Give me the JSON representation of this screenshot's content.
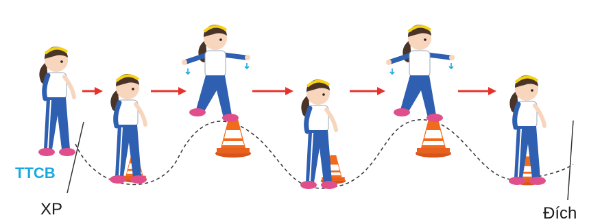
{
  "labels": {
    "ready_stance": "TTCB",
    "start": "XP",
    "finish": "Đích"
  },
  "colors": {
    "ready_stance": "#1aa8e0",
    "arrow": "#e8312a",
    "trousers": "#2e5fb0",
    "shirt": "#ffffff",
    "shoes": "#e04f8c",
    "headband": "#f5d214",
    "hair": "#4a3428",
    "cone": "#f26a1b",
    "path": "#333333"
  },
  "icons": {
    "arrow": "right-arrow-icon",
    "cone": "traffic-cone-icon",
    "movement_cue": "down-arrow-icon"
  }
}
